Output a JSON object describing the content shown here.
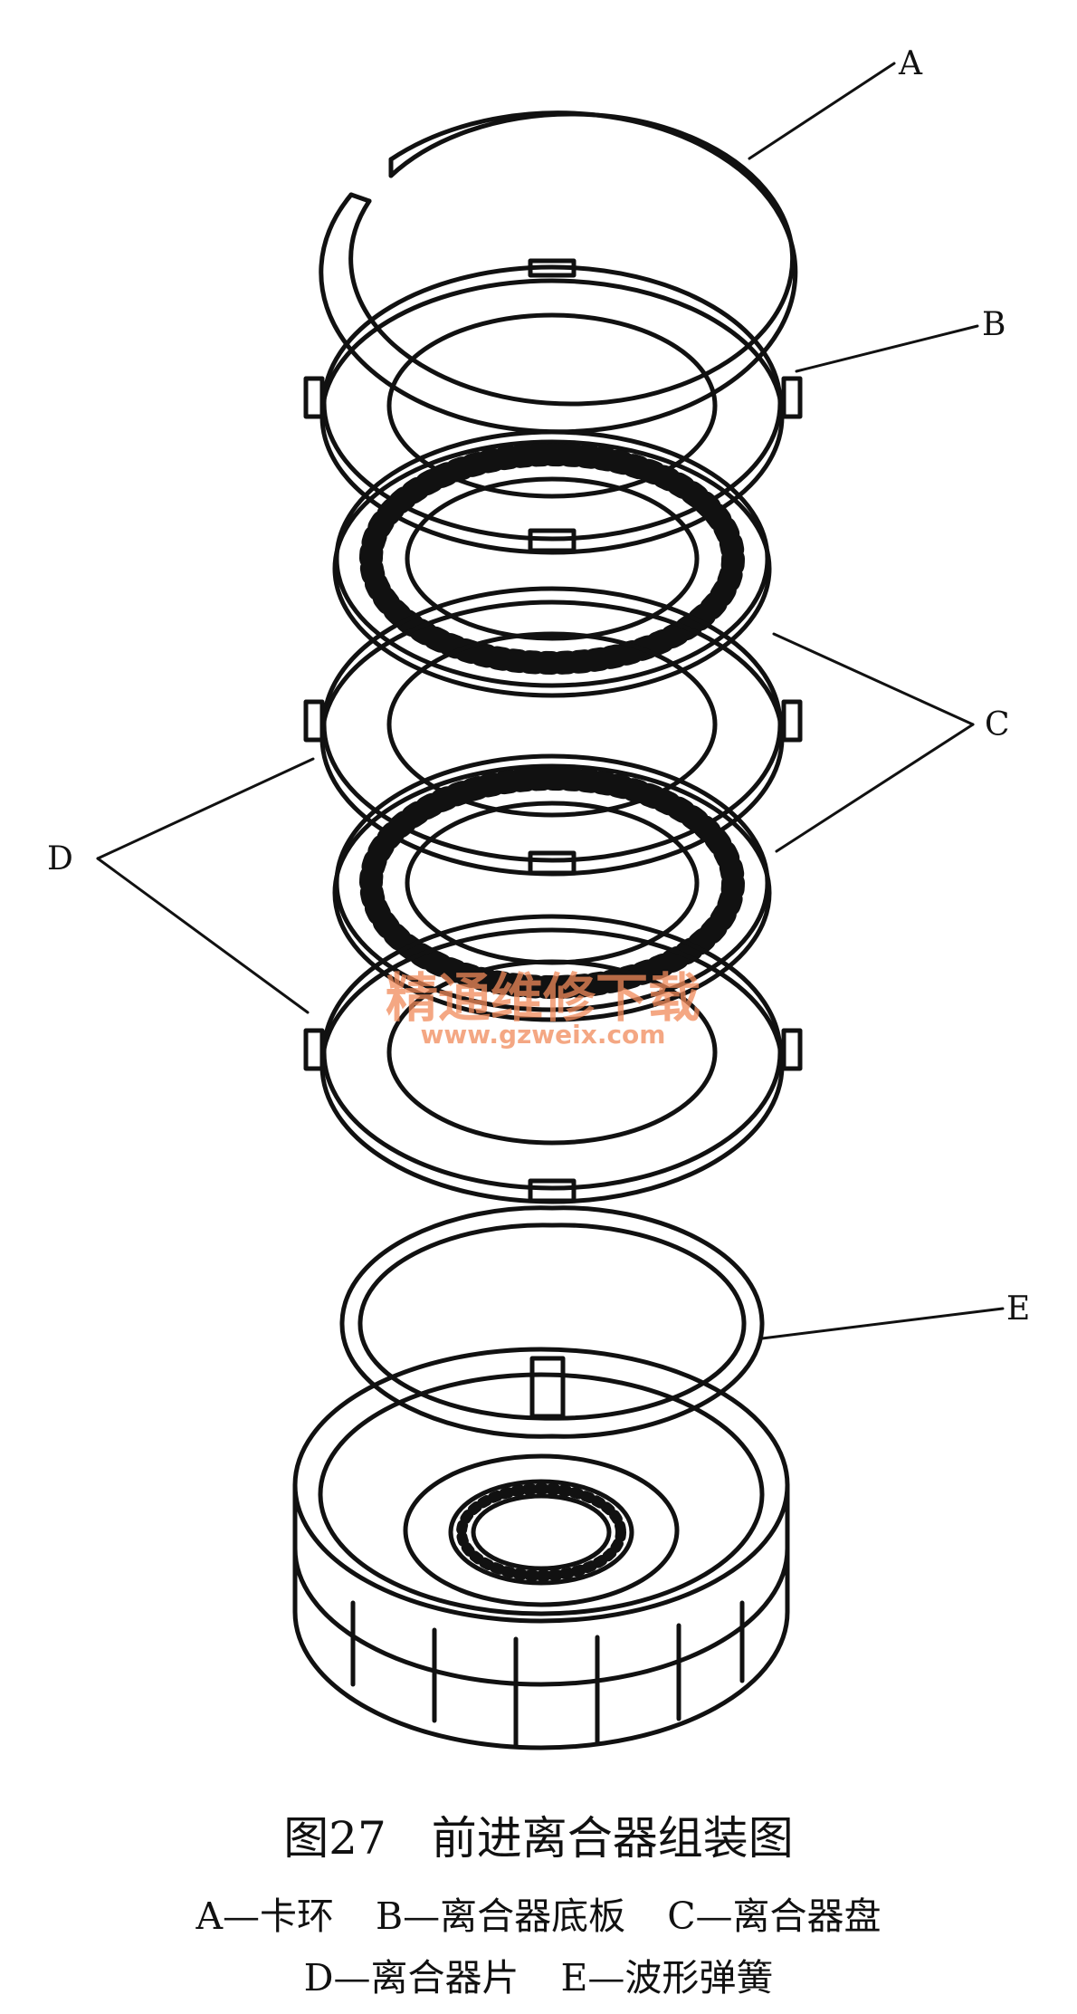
{
  "figure": {
    "labels": {
      "a": "A",
      "b": "B",
      "c": "C",
      "d": "D",
      "e": "E"
    },
    "watermark": {
      "text": "精通维修下载",
      "url": "www.gzweix.com"
    }
  },
  "caption": {
    "title": "图27　前进离合器组装图",
    "legend": {
      "a": "A—卡环",
      "b": "B—离合器底板",
      "c": "C—离合器盘",
      "d": "D—离合器片",
      "e": "E—波形弹簧"
    }
  },
  "colors": {
    "ink": "#111111",
    "watermark": "#f08a5a",
    "background": "#ffffff"
  }
}
